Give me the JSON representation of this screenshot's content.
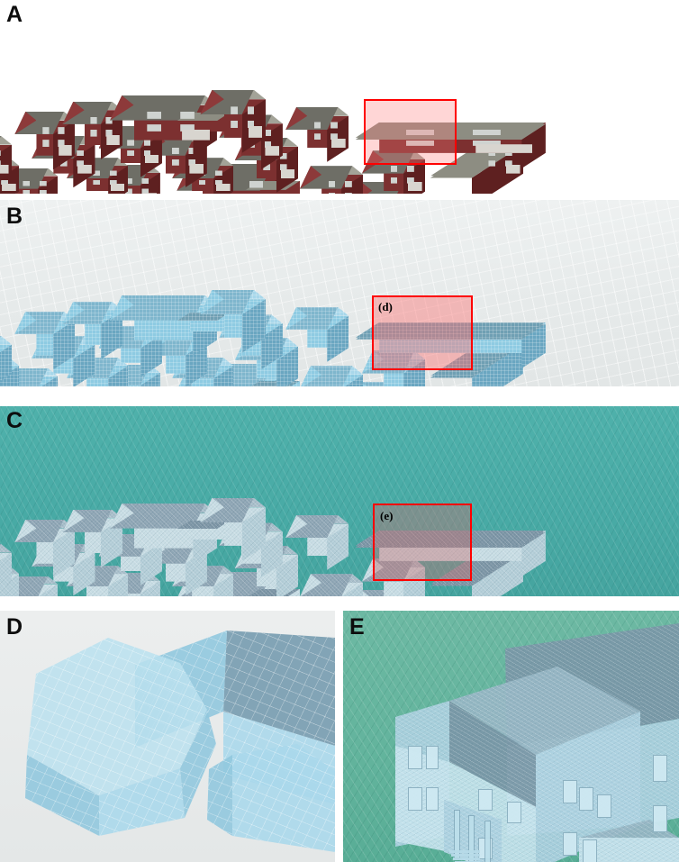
{
  "figure": {
    "caption_panels": [
      "A",
      "B",
      "C",
      "D",
      "E"
    ],
    "description": "Five-panel comparison of 3D building model representations of a residential neighbourhood: textured photorealistic model, simplified blue block (low level-of-detail) mesh, detailed pale triangulated mesh, and two magnified close-ups."
  },
  "panels": [
    {
      "id": "panel-a",
      "letter": "A",
      "kind": "textured-3d-model",
      "background": "#ffffff",
      "ground_color": "#ffffff",
      "wall_color": "#7c3030",
      "roof_color": "#8d8d82",
      "building_count": 22,
      "highlight": {
        "present": true,
        "label": "",
        "border_color": "#ff0000",
        "fill": "rgba(255,120,120,0.30)"
      }
    },
    {
      "id": "panel-b",
      "letter": "B",
      "kind": "simplified-block-mesh",
      "background": "#e9ecec",
      "ground_color": "#e9ecec",
      "mesh_color": "#8ecbe2",
      "mesh_top_color": "#7fb6cd",
      "building_count": 22,
      "highlight": {
        "present": true,
        "label": "(d)",
        "border_color": "#ff0000",
        "fill": "rgba(255,110,110,0.42)"
      }
    },
    {
      "id": "panel-c",
      "letter": "C",
      "kind": "detailed-mesh",
      "background": "#4aada8",
      "ground_color": "#4aada8",
      "mesh_color": "#c8dde4",
      "roof_color": "#a9bfcb",
      "building_count": 22,
      "highlight": {
        "present": true,
        "label": "(e)",
        "border_color": "#ff0000",
        "fill": "rgba(200,110,110,0.40)"
      }
    },
    {
      "id": "panel-d",
      "letter": "D",
      "kind": "closeup-coarse-mesh",
      "background": "#e9ecec",
      "ground_color": "#e9ecec",
      "mesh_color": "#a8d7ea",
      "highlight": {
        "present": false,
        "label": "",
        "border_color": "",
        "fill": ""
      }
    },
    {
      "id": "panel-e",
      "letter": "E",
      "kind": "closeup-fine-mesh",
      "background": "#63b39d",
      "ground_color": "#63b39d",
      "mesh_color": "#c4e2ec",
      "roof_color": "#97b7c5",
      "highlight": {
        "present": false,
        "label": "",
        "border_color": "",
        "fill": ""
      }
    }
  ],
  "colors": {
    "highlight_border": "#ff0000",
    "panel_a_background": "#ffffff",
    "panel_b_background": "#e9ecec",
    "panel_c_background": "#4aada8",
    "panel_d_background": "#e9ecec",
    "panel_e_background": "#63b39d",
    "label_text": "#0d0d0d"
  },
  "labels": {
    "a": "A",
    "b": "B",
    "c": "C",
    "d": "D",
    "e": "E",
    "inset_d": "(d)",
    "inset_e": "(e)"
  }
}
